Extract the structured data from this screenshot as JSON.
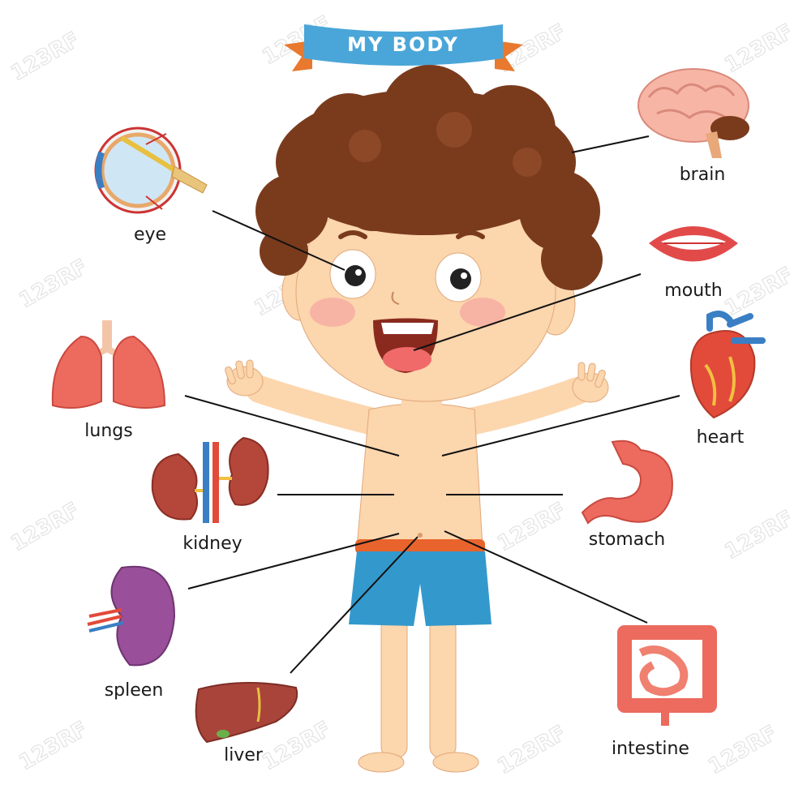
{
  "title": "MY BODY",
  "watermark": "123RF",
  "colors": {
    "ribbon": "#4aa6d8",
    "ribbon_tail": "#e8792e",
    "hair": "#7a3b1d",
    "skin": "#fcd6ad",
    "shorts": "#3399cc",
    "waistband": "#e8642c"
  },
  "labels": {
    "eye": "eye",
    "brain": "brain",
    "mouth": "mouth",
    "lungs": "lungs",
    "heart": "heart",
    "kidney": "kidney",
    "stomach": "stomach",
    "spleen": "spleen",
    "liver": "liver",
    "intestine": "intestine"
  },
  "icons": [
    "eye-icon",
    "brain-icon",
    "mouth-icon",
    "lungs-icon",
    "heart-icon",
    "kidney-icon",
    "stomach-icon",
    "spleen-icon",
    "liver-icon",
    "intestine-icon",
    "boy-illustration"
  ]
}
